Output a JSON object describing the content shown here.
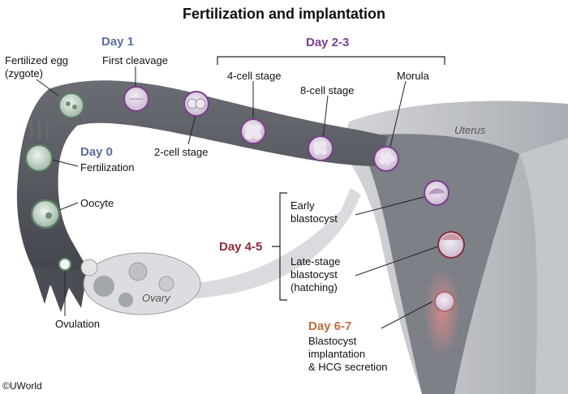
{
  "title": "Fertilization and implantation",
  "colors": {
    "day_blue": "#5b6f9e",
    "day_purple": "#7b3f8e",
    "day_maroon": "#8b2d3a",
    "day_orange": "#c06c3c",
    "tube": "#4e5158",
    "uterus": "#b7babf",
    "embryo": "#c9a2cf"
  },
  "days": {
    "day1": "Day 1",
    "day23": "Day 2-3",
    "day0": "Day 0",
    "day45": "Day 4-5",
    "day67": "Day 6-7"
  },
  "labels": {
    "fertilized_egg_1": "Fertilized egg",
    "fertilized_egg_2": "(zygote)",
    "first_cleavage": "First cleavage",
    "four_cell": "4-cell stage",
    "eight_cell": "8-cell stage",
    "morula": "Morula",
    "two_cell": "2-cell stage",
    "fertilization": "Fertilization",
    "oocyte": "Oocyte",
    "early_blasto_1": "Early",
    "early_blasto_2": "blastocyst",
    "late_blasto_1": "Late-stage",
    "late_blasto_2": "blastocyst",
    "late_blasto_3": "(hatching)",
    "implant_1": "Blastocyst",
    "implant_2": "implantation",
    "implant_3": "& HCG secretion",
    "ovulation": "Ovulation",
    "ovary": "Ovary",
    "uterus": "Uterus"
  },
  "copyright": "©UWorld"
}
